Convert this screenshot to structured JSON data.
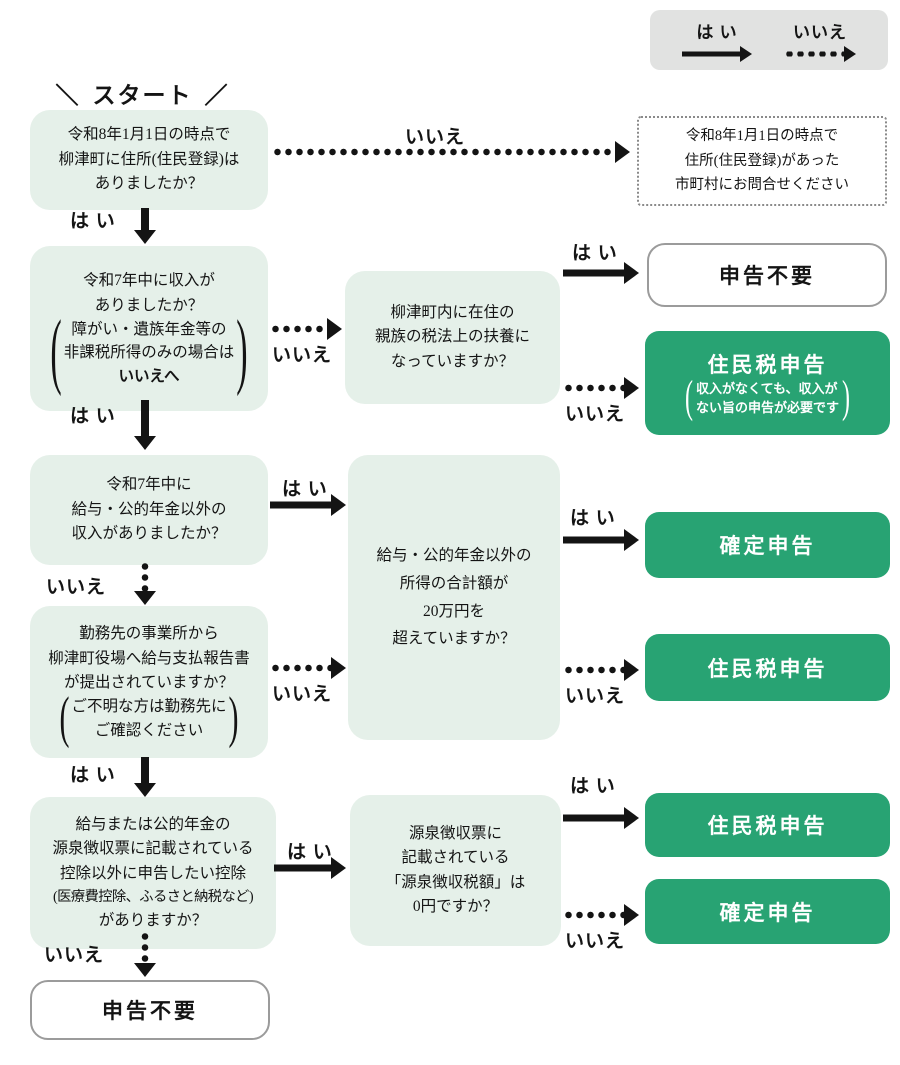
{
  "legend": {
    "yes": "は い",
    "no": "いいえ"
  },
  "start": {
    "left": "＼",
    "label": "スタート",
    "right": "／"
  },
  "lbl": {
    "yes": "は い",
    "no": "いいえ"
  },
  "q1": {
    "l1": "令和8年1月1日の時点で",
    "l2": "柳津町に住所(住民登録)は",
    "l3": "ありましたか？"
  },
  "contact": {
    "l1": "令和8年1月1日の時点で",
    "l2": "住所(住民登録)があった",
    "l3": "市町村にお問合せください"
  },
  "q2": {
    "l1": "令和7年中に収入が",
    "l2": "ありましたか？",
    "p1": "障がい・遺族年金等の",
    "p2": "非課税所得のみの場合は",
    "p3": "いいえへ"
  },
  "boxA": {
    "l1": "柳津町内に在住の",
    "l2": "親族の税法上の扶養に",
    "l3": "なっていますか？"
  },
  "r1": "申告不要",
  "r2": {
    "title": "住民税申告",
    "p1": "収入がなくても、収入が",
    "p2": "ない旨の申告が必要です"
  },
  "q3": {
    "l1": "令和7年中に",
    "l2": "給与・公的年金以外の",
    "l3": "収入がありましたか？"
  },
  "boxB": {
    "l1": "給与・公的年金以外の",
    "l2": "所得の合計額が",
    "l3": "20万円を",
    "l4": "超えていますか？"
  },
  "q4": {
    "l1": "勤務先の事業所から",
    "l2": "柳津町役場へ給与支払報告書",
    "l3": "が提出されていますか？",
    "p1": "ご不明な方は勤務先に",
    "p2": "ご確認ください"
  },
  "r3": "確定申告",
  "r4": "住民税申告",
  "q5": {
    "l1": "給与または公的年金の",
    "l2": "源泉徴収票に記載されている",
    "l3": "控除以外に申告したい控除",
    "l4": "(医療費控除、ふるさと納税など)",
    "l5": "がありますか？"
  },
  "boxC": {
    "l1": "源泉徴収票に",
    "l2": "記載されている",
    "l3": "「源泉徴収税額」は",
    "l4": "0円ですか？"
  },
  "r5": "住民税申告",
  "r6": "確定申告",
  "r7": "申告不要",
  "colors": {
    "green": "#28a373",
    "light_green": "#e5f0e9",
    "legend_bg": "#e1e2e1"
  }
}
